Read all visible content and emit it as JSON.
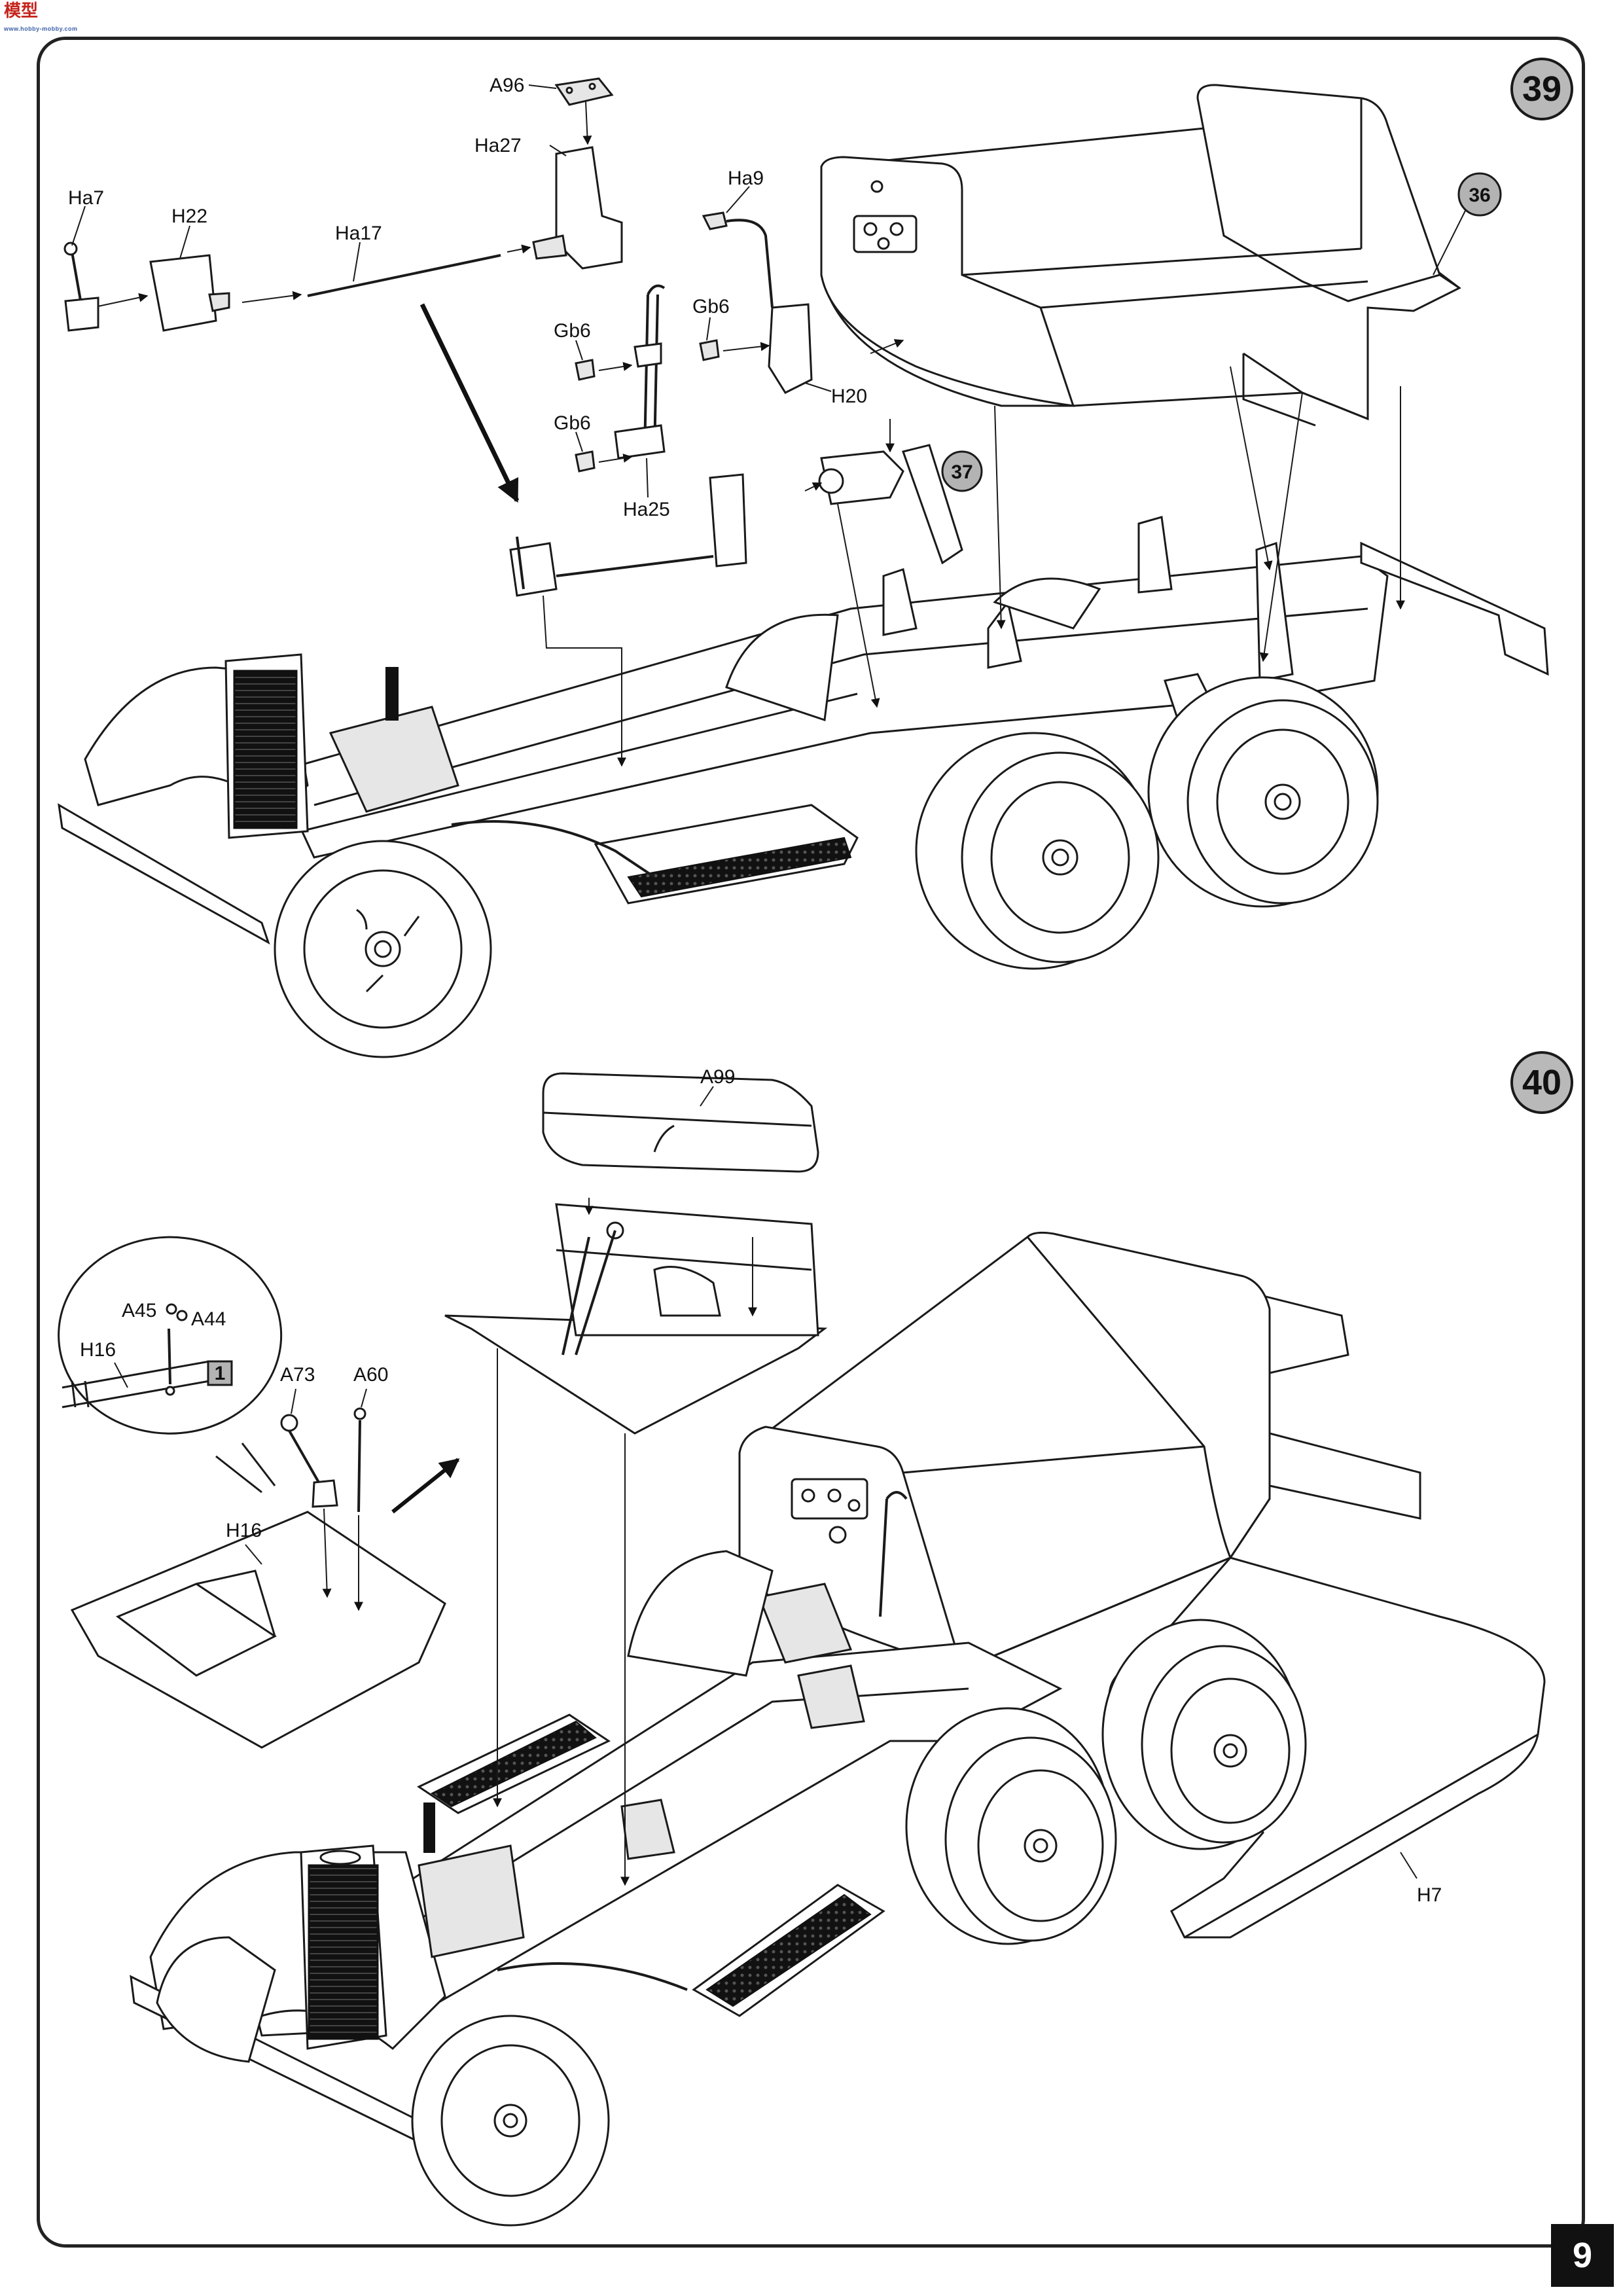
{
  "logo": {
    "text": "模型",
    "sub": "www.hobby-mobby.com"
  },
  "page": {
    "number": "9"
  },
  "step39": {
    "number": "39",
    "ref_badges": [
      "36",
      "37"
    ],
    "parts": {
      "A96": "A96",
      "Ha27": "Ha27",
      "Ha7": "Ha7",
      "H22": "H22",
      "Ha17": "Ha17",
      "Ha9": "Ha9",
      "Gb6_a": "Gb6",
      "Gb6_b": "Gb6",
      "Gb6_c": "Gb6",
      "H20": "H20",
      "Ha25": "Ha25"
    }
  },
  "step40": {
    "number": "40",
    "detail_badge": "1",
    "parts": {
      "A99": "A99",
      "A45": "A45",
      "A44": "A44",
      "H16_detail": "H16",
      "A73": "A73",
      "A60": "A60",
      "H16": "H16",
      "H7": "H7"
    }
  }
}
